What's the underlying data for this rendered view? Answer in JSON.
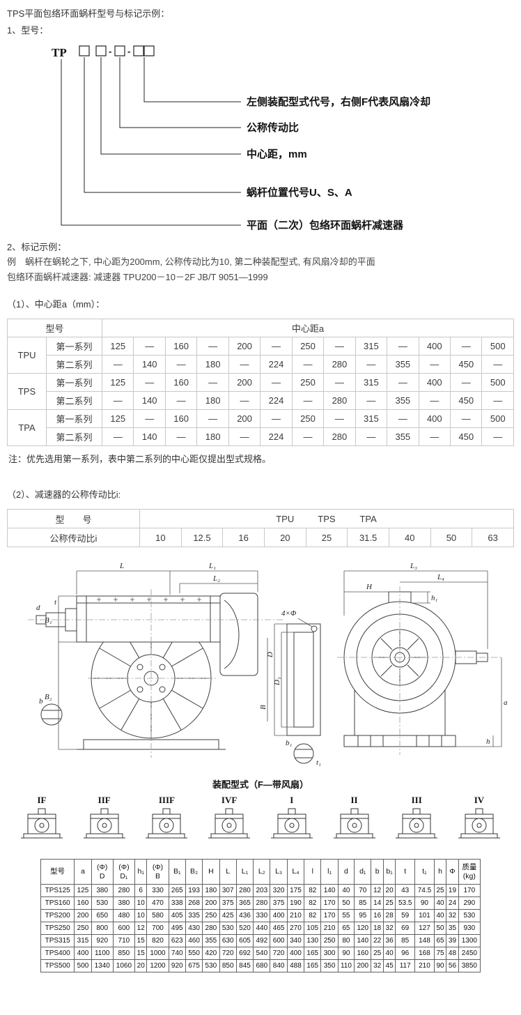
{
  "page": {
    "title": "TPS平面包络环面蜗杆型号与标记示例：",
    "section1": "1、型号：",
    "section2": "2、标记示例：",
    "example_line1": "例　蜗杆在蜗轮之下, 中心距为200mm, 公称传动比为10, 第二种装配型式, 有风扇冷却的平面",
    "example_line2": "包络环面蜗杆减速器: 减速器 TPU200－10－2F JB/T 9051—1999",
    "table1_title": "（1）、中心距a（mm）：",
    "table1_note": "注：优先选用第一系列，表中第二系列的中心距仅提出型式规格。",
    "table2_title": "（2）、减速器的公称传动比i:"
  },
  "model_diagram": {
    "prefix": "TP",
    "separator": "-",
    "labels": [
      "左侧装配型式代号，右侧F代表风扇冷却",
      "公称传动比",
      "中心距，mm",
      "蜗杆位置代号U、S、A",
      "平面（二次）包络环面蜗杆减速器"
    ]
  },
  "center_distance_table": {
    "model_header": "型号",
    "value_header": "中心距a",
    "groups": [
      {
        "name": "TPU",
        "rows": [
          {
            "series": "第一系列",
            "values": [
              "125",
              "—",
              "160",
              "—",
              "200",
              "—",
              "250",
              "—",
              "315",
              "—",
              "400",
              "—",
              "500"
            ]
          },
          {
            "series": "第二系列",
            "values": [
              "—",
              "140",
              "—",
              "180",
              "—",
              "224",
              "—",
              "280",
              "—",
              "355",
              "—",
              "450",
              "—"
            ]
          }
        ]
      },
      {
        "name": "TPS",
        "rows": [
          {
            "series": "第一系列",
            "values": [
              "125",
              "—",
              "160",
              "—",
              "200",
              "—",
              "250",
              "—",
              "315",
              "—",
              "400",
              "—",
              "500"
            ]
          },
          {
            "series": "第二系列",
            "values": [
              "—",
              "140",
              "—",
              "180",
              "—",
              "224",
              "—",
              "280",
              "—",
              "355",
              "—",
              "450",
              "—"
            ]
          }
        ]
      },
      {
        "name": "TPA",
        "rows": [
          {
            "series": "第一系列",
            "values": [
              "125",
              "—",
              "160",
              "—",
              "200",
              "—",
              "250",
              "—",
              "315",
              "—",
              "400",
              "—",
              "500"
            ]
          },
          {
            "series": "第二系列",
            "values": [
              "—",
              "140",
              "—",
              "180",
              "—",
              "224",
              "—",
              "280",
              "—",
              "355",
              "—",
              "450",
              "—"
            ]
          }
        ]
      }
    ]
  },
  "ratio_table": {
    "model_header": "型　　号",
    "models_row": [
      "",
      "",
      "",
      "TPU",
      "TPS",
      "TPA",
      "",
      "",
      ""
    ],
    "row_label": "公称传动比i",
    "values": [
      "10",
      "12.5",
      "16",
      "20",
      "25",
      "31.5",
      "40",
      "50",
      "63"
    ]
  },
  "drawing": {
    "caption": "装配型式（F—带风扇）",
    "labels": {
      "L": "L",
      "L1": "L₁",
      "L2": "L₂",
      "L3": "L₃",
      "L4": "L₄",
      "H": "H",
      "B1": "B₁",
      "B2": "B₂",
      "h1": "h₁",
      "d": "d",
      "t": "t",
      "b": "b",
      "phi4": "4×Φ",
      "D": "D",
      "D1": "D₁",
      "B": "B",
      "a": "a",
      "h": "h",
      "b1": "b₁",
      "t1": "t₁"
    },
    "assembly_types": [
      "IF",
      "IIF",
      "IIIF",
      "IVF",
      "I",
      "II",
      "III",
      "IV"
    ]
  },
  "spec_table": {
    "headers": [
      "型号",
      "a",
      "(Φ)\nD",
      "(Φ)\nD₁",
      "h₁",
      "(Φ)\nB",
      "B₁",
      "B₂",
      "H",
      "L",
      "L₁",
      "L₂",
      "L₃",
      "L₄",
      "l",
      "l₁",
      "d",
      "d₁",
      "b",
      "b₁",
      "t",
      "t₁",
      "h",
      "Φ",
      "质量\n(kg)"
    ],
    "rows": [
      [
        "TPS125",
        "125",
        "380",
        "280",
        "6",
        "330",
        "265",
        "193",
        "180",
        "307",
        "280",
        "203",
        "320",
        "175",
        "82",
        "140",
        "40",
        "70",
        "12",
        "20",
        "43",
        "74.5",
        "25",
        "19",
        "170"
      ],
      [
        "TPS160",
        "160",
        "530",
        "380",
        "10",
        "470",
        "338",
        "268",
        "200",
        "375",
        "365",
        "280",
        "375",
        "190",
        "82",
        "170",
        "50",
        "85",
        "14",
        "25",
        "53.5",
        "90",
        "40",
        "24",
        "290"
      ],
      [
        "TPS200",
        "200",
        "650",
        "480",
        "10",
        "580",
        "405",
        "335",
        "250",
        "425",
        "436",
        "330",
        "400",
        "210",
        "82",
        "170",
        "55",
        "95",
        "16",
        "28",
        "59",
        "101",
        "40",
        "32",
        "530"
      ],
      [
        "TPS250",
        "250",
        "800",
        "600",
        "12",
        "700",
        "495",
        "430",
        "280",
        "530",
        "520",
        "440",
        "465",
        "270",
        "105",
        "210",
        "65",
        "120",
        "18",
        "32",
        "69",
        "127",
        "50",
        "35",
        "930"
      ],
      [
        "TPS315",
        "315",
        "920",
        "710",
        "15",
        "820",
        "623",
        "460",
        "355",
        "630",
        "605",
        "492",
        "600",
        "340",
        "130",
        "250",
        "80",
        "140",
        "22",
        "36",
        "85",
        "148",
        "65",
        "39",
        "1300"
      ],
      [
        "TPS400",
        "400",
        "1100",
        "850",
        "15",
        "1000",
        "740",
        "550",
        "420",
        "720",
        "692",
        "540",
        "720",
        "400",
        "165",
        "300",
        "90",
        "160",
        "25",
        "40",
        "96",
        "168",
        "75",
        "48",
        "2450"
      ],
      [
        "TPS500",
        "500",
        "1340",
        "1060",
        "20",
        "1200",
        "920",
        "675",
        "530",
        "850",
        "845",
        "680",
        "840",
        "488",
        "165",
        "350",
        "110",
        "200",
        "32",
        "45",
        "117",
        "210",
        "90",
        "56",
        "3850"
      ]
    ]
  }
}
